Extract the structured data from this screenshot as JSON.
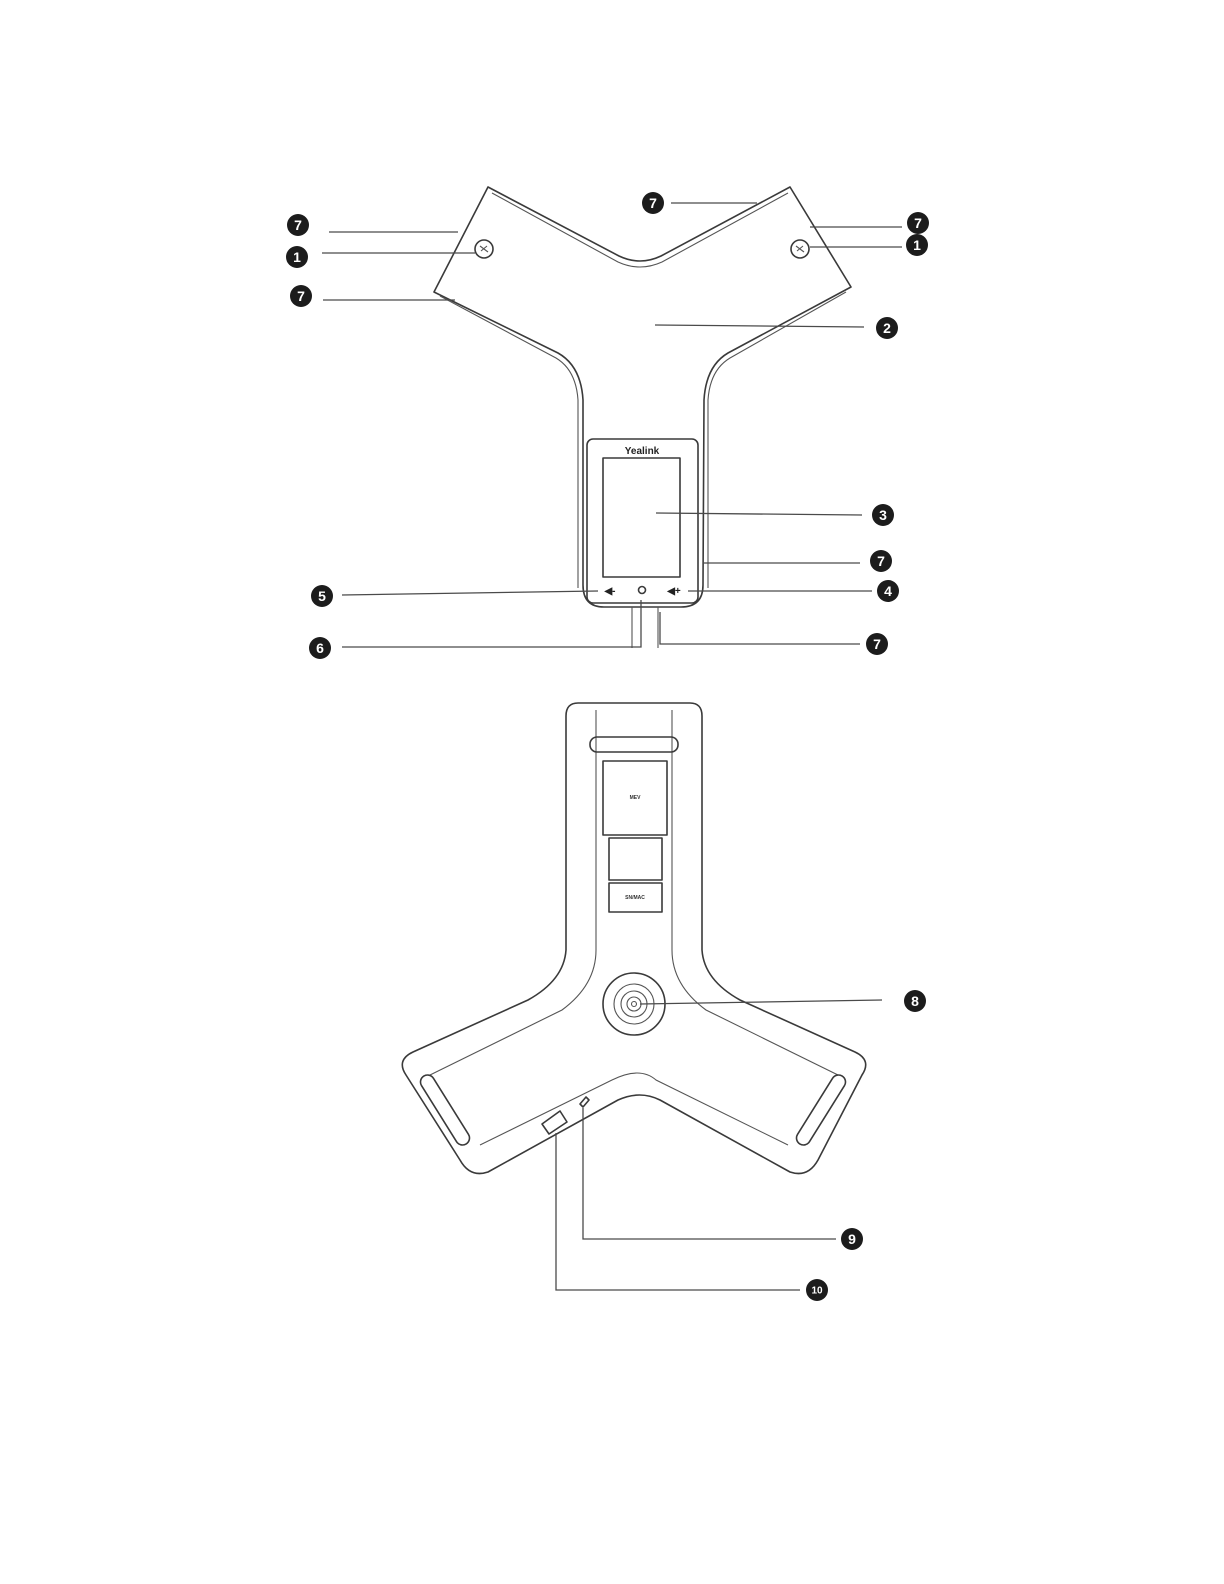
{
  "top_view": {
    "brand_label": "Yealink",
    "volume_down_glyph": "◀-",
    "volume_up_glyph": "◀+",
    "mute_key_icon": "mute-microphone-icon"
  },
  "bottom_view": {
    "label_top_sticker": "MEV",
    "label_bottom_sticker": "SN/MAC"
  },
  "callouts": [
    "1",
    "2",
    "3",
    "4",
    "5",
    "6",
    "7",
    "8",
    "9",
    "10"
  ]
}
